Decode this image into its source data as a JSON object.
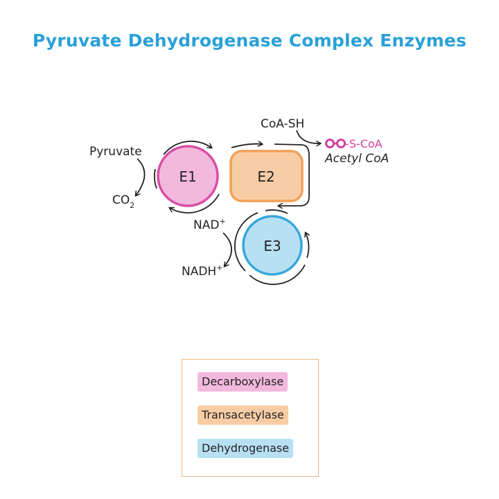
{
  "title": "Pyruvate Dehydrogenase Complex Enzymes",
  "colors": {
    "title": "#2aa0d8",
    "e1_fill": "#f2b9dc",
    "e1_stroke": "#d84fa3",
    "e2_fill": "#f8cda6",
    "e2_stroke": "#f0a155",
    "e3_fill": "#b8e0f3",
    "e3_stroke": "#34a8dc",
    "acetyl": "#d63f9e",
    "legend_border": "#f0b482"
  },
  "enzymes": {
    "e1": "E1",
    "e2": "E2",
    "e3": "E3"
  },
  "labels": {
    "pyruvate": "Pyruvate",
    "co2_main": "CO",
    "co2_sub": "2",
    "coa_sh": "CoA-SH",
    "s_coa": "-S-CoA",
    "acetyl_coa": "Acetyl CoA",
    "nad": "NAD",
    "nad_sup": "+",
    "nadh": "NADH",
    "nadh_sup": "+"
  },
  "legend": {
    "e1": "Decarboxylase",
    "e2": "Transacetylase",
    "e3": "Dehydrogenase"
  }
}
